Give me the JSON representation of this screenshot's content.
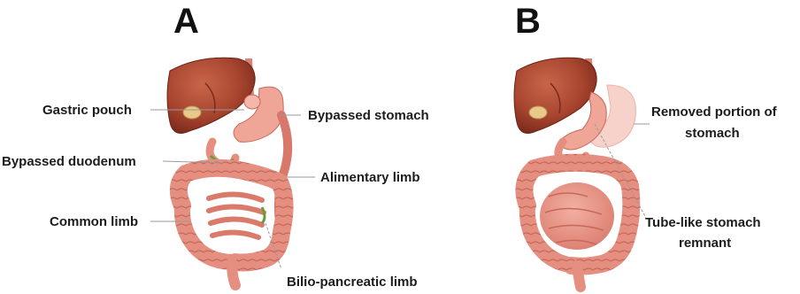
{
  "panels": [
    {
      "letter": "A",
      "labels": {
        "gastric_pouch": "Gastric pouch",
        "bypassed_stomach": "Bypassed stomach",
        "bypassed_duodenum": "Bypassed duodenum",
        "alimentary_limb": "Alimentary limb",
        "common_limb": "Common limb",
        "bilio_pancreatic_limb": "Bilio-pancreatic limb"
      }
    },
    {
      "letter": "B",
      "labels": {
        "removed_portion_line1": "Removed portion of",
        "removed_portion_line2": "stomach",
        "tube_remnant_line1": "Tube-like stomach",
        "tube_remnant_line2": "remnant"
      }
    }
  ],
  "colors": {
    "liver": "#a8452f",
    "liver_dark": "#7a2a1c",
    "gallbladder": "#e8c98a",
    "intestine": "#e79a8c",
    "intestine_dark": "#c8675a",
    "intestine_light": "#f3b8ab",
    "removed_stomach": "#f6d2cb",
    "bile": "#6f9a3c",
    "leader": "#9a9a9a"
  }
}
